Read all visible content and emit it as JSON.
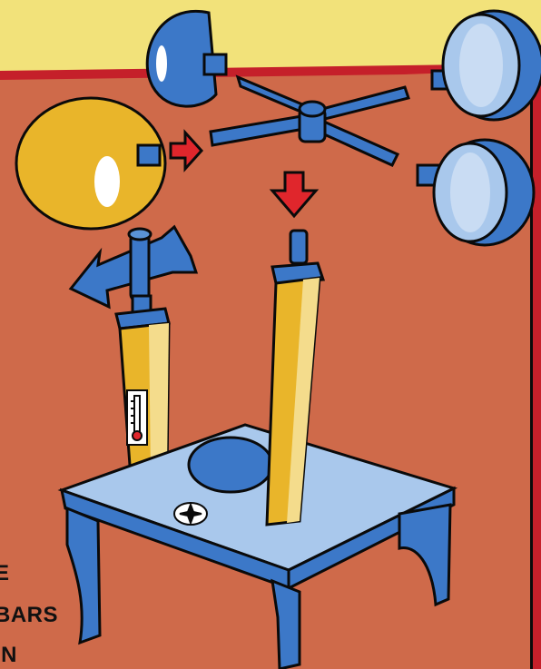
{
  "caption_fragments": [
    "E",
    "BARS",
    "IN"
  ],
  "colors": {
    "background": "#cf6a4a",
    "top_band": "#f2e27a",
    "red_rule": "#c5202a",
    "blue": "#3c78c8",
    "blue_light": "#a9c8ec",
    "yellow": "#e9b52a",
    "red_arrow": "#e0262c",
    "outline": "#0a0a0a"
  },
  "icons": [
    "cup-icon",
    "cross-arms-icon",
    "arrow-icon",
    "wind-vane-icon",
    "thermometer-icon",
    "compass-icon",
    "stand-table-icon"
  ]
}
